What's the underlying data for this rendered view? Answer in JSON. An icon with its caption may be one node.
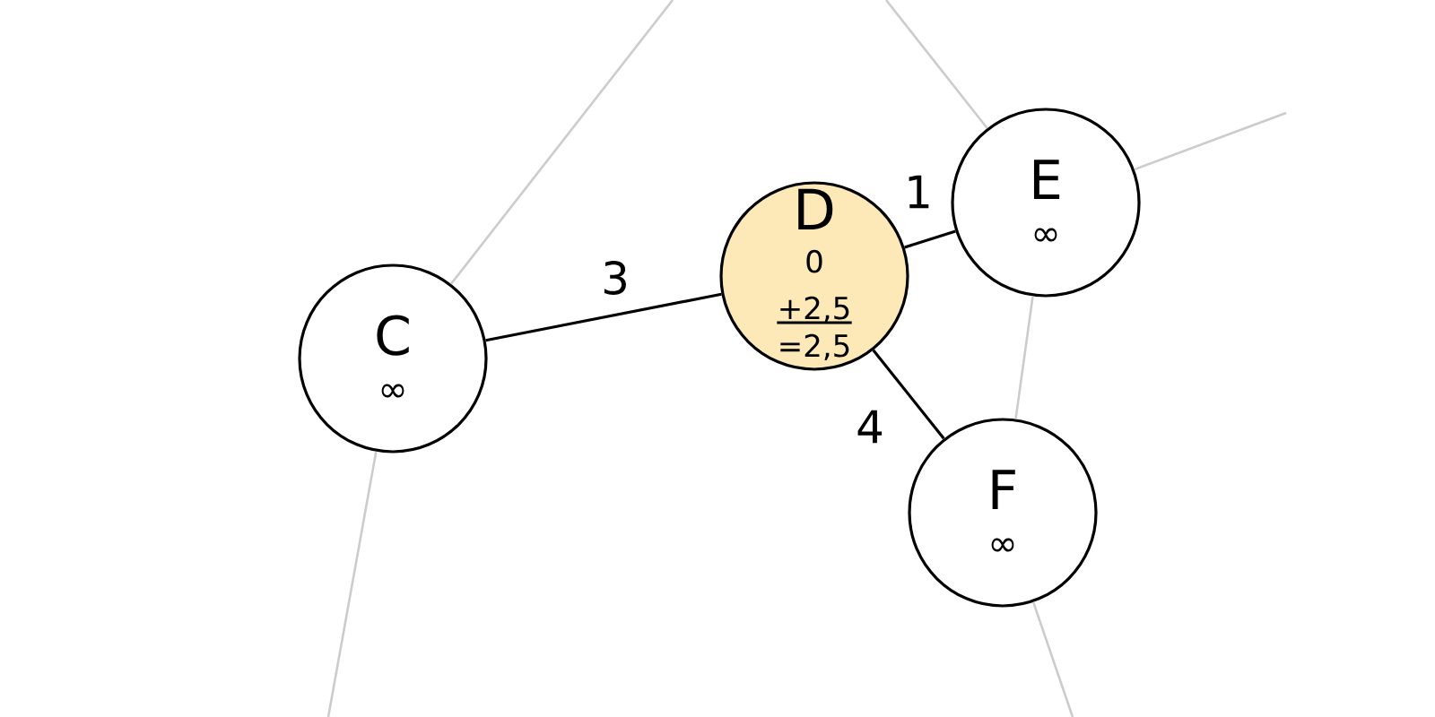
{
  "diagram": {
    "nodes": [
      {
        "text": [
          "C",
          "∞"
        ]
      },
      {
        "text": [
          "D",
          "0",
          "+2,5",
          "=2,5"
        ]
      },
      {
        "text": [
          "E",
          "∞"
        ]
      },
      {
        "text": [
          "F",
          "∞"
        ]
      }
    ],
    "edges": [
      {
        "from": 0,
        "to": 1,
        "arrow": "none",
        "label": "3",
        "color": "#000000"
      },
      {
        "from": 1,
        "to": 2,
        "arrow": "none",
        "label": "1",
        "color": "#000000"
      },
      {
        "from": 1,
        "to": 3,
        "arrow": "none",
        "label": "4",
        "color": "#000000"
      },
      {
        "from": 0,
        "to": null,
        "arrow": "none",
        "color": "#cccccc"
      },
      {
        "from": 0,
        "to": null,
        "arrow": "none",
        "color": "#cccccc"
      },
      {
        "from": 2,
        "to": null,
        "arrow": "none",
        "color": "#cccccc"
      },
      {
        "from": 2,
        "to": null,
        "arrow": "none",
        "color": "#cccccc"
      },
      {
        "from": 2,
        "to": 3,
        "arrow": "none",
        "color": "#cccccc"
      },
      {
        "from": 3,
        "to": null,
        "arrow": "none",
        "color": "#cccccc"
      }
    ]
  }
}
